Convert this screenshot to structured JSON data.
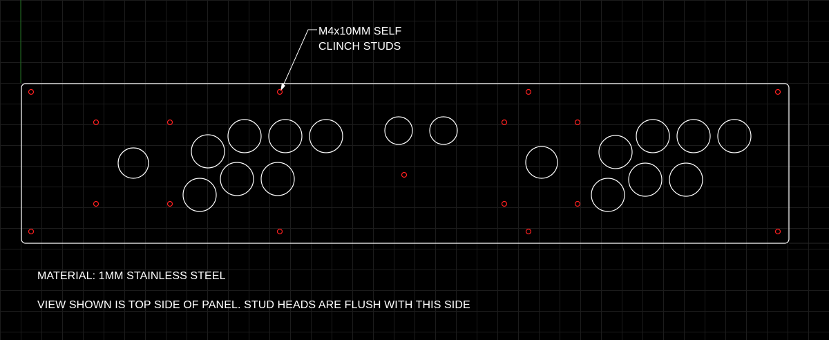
{
  "annotations": {
    "callout_line1": "M4x10MM SELF",
    "callout_line2": "CLINCH STUDS",
    "material": "MATERIAL: 1MM STAINLESS STEEL",
    "view_note": "VIEW SHOWN IS TOP SIDE OF PANEL. STUD HEADS ARE FLUSH WITH THIS SIDE"
  },
  "colors": {
    "background": "#000000",
    "grid": "#1c1c1c",
    "outline": "#ffffff",
    "stud": "#ff2020",
    "axis_green": "#1f6f1f"
  }
}
